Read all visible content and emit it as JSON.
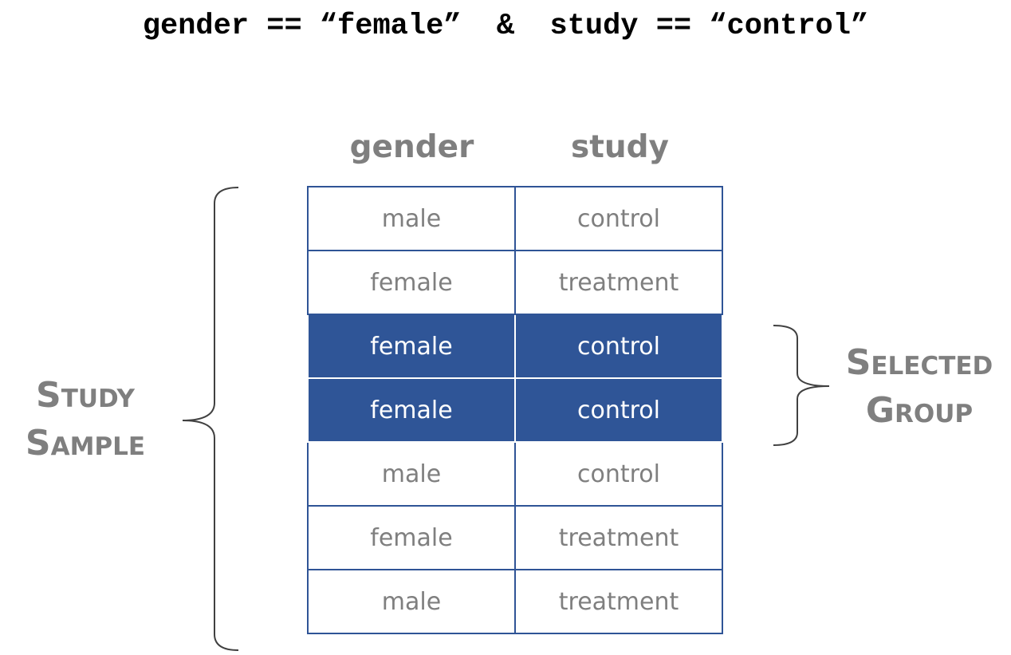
{
  "title": "gender == “female”  &  study == “control”",
  "table": {
    "headers": [
      "gender",
      "study"
    ],
    "rows": [
      {
        "gender": "male",
        "study": "control",
        "selected": false
      },
      {
        "gender": "female",
        "study": "treatment",
        "selected": false
      },
      {
        "gender": "female",
        "study": "control",
        "selected": true
      },
      {
        "gender": "female",
        "study": "control",
        "selected": true
      },
      {
        "gender": "male",
        "study": "control",
        "selected": false
      },
      {
        "gender": "female",
        "study": "treatment",
        "selected": false
      },
      {
        "gender": "male",
        "study": "treatment",
        "selected": false
      }
    ]
  },
  "labels": {
    "study_sample": [
      "Study",
      "Sample"
    ],
    "selected_group": [
      "Selected",
      "Group"
    ]
  },
  "colors": {
    "highlight": "#2f5597",
    "border": "#2f5496",
    "label_gray": "#7f7f7f"
  }
}
